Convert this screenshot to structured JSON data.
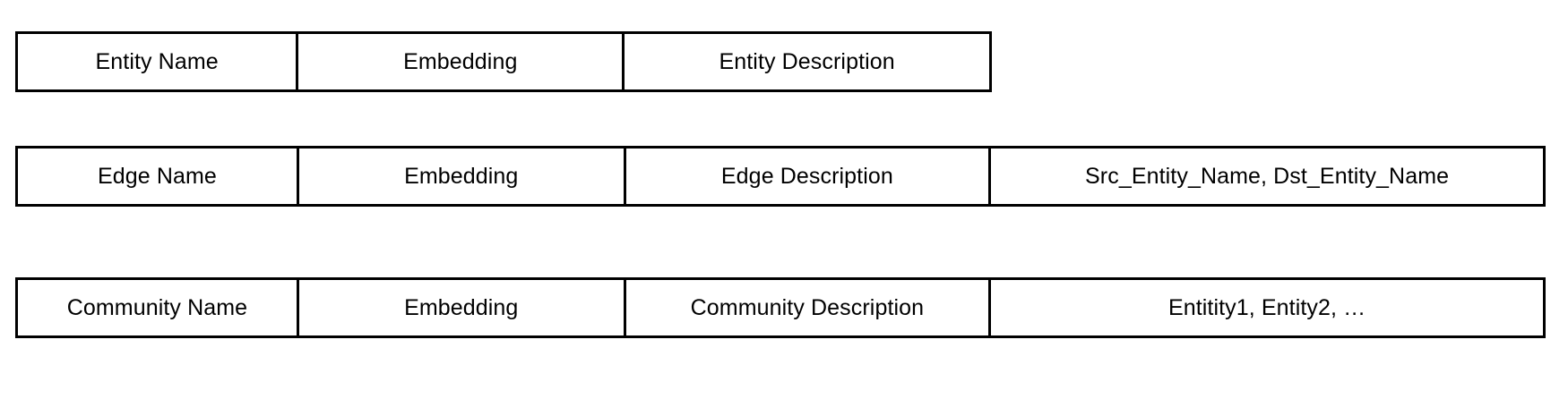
{
  "diagram": {
    "type": "schema-table-diagram",
    "background_color": "#ffffff",
    "border_color": "#000000",
    "text_color": "#000000",
    "rows": [
      {
        "id": "entity",
        "name": "entity-schema-row",
        "cells": [
          "Entity Name",
          "Embedding",
          "Entity Description"
        ]
      },
      {
        "id": "edge",
        "name": "edge-schema-row",
        "cells": [
          "Edge Name",
          "Embedding",
          "Edge Description",
          "Src_Entity_Name, Dst_Entity_Name"
        ]
      },
      {
        "id": "community",
        "name": "community-schema-row",
        "cells": [
          "Community Name",
          "Embedding",
          "Community Description",
          "Entitity1, Entity2, …"
        ]
      }
    ]
  }
}
